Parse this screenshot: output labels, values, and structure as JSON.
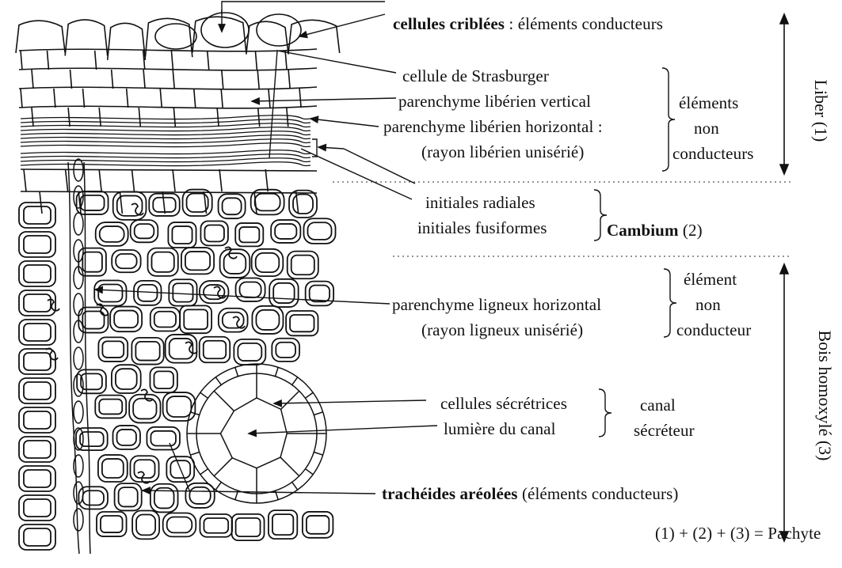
{
  "labels": {
    "criblees_bold": "cellules criblées",
    "criblees_rest": " : éléments conducteurs",
    "strasburger": "cellule de Strasburger",
    "par_lib_vert": "parenchyme libérien vertical",
    "par_lib_horiz": "parenchyme libérien horizontal :",
    "rayon_lib": "(rayon libérien unisérié)",
    "elements": "éléments",
    "non": "non",
    "conducteurs": "conducteurs",
    "init_rad": "initiales radiales",
    "init_fus": "initiales fusiformes",
    "cambium_bold": "Cambium",
    "cambium_num": " (2)",
    "element": "élément",
    "non2": "non",
    "conducteur": "conducteur",
    "par_lig_horiz": "parenchyme ligneux horizontal",
    "rayon_lig": "(rayon ligneux unisérié)",
    "cell_secr": "cellules sécrétrices",
    "lumiere": "lumière du canal",
    "canal": "canal",
    "secreteur": "sécréteur",
    "trach_bold": "trachéides aréolées",
    "trach_rest": " (éléments conducteurs)",
    "liber": "Liber (1)",
    "bois": "Bois homoxylé (3)",
    "formula": "(1) + (2) + (3) = Pachyte"
  },
  "colors": {
    "ink": "#111111",
    "background": "#ffffff"
  }
}
